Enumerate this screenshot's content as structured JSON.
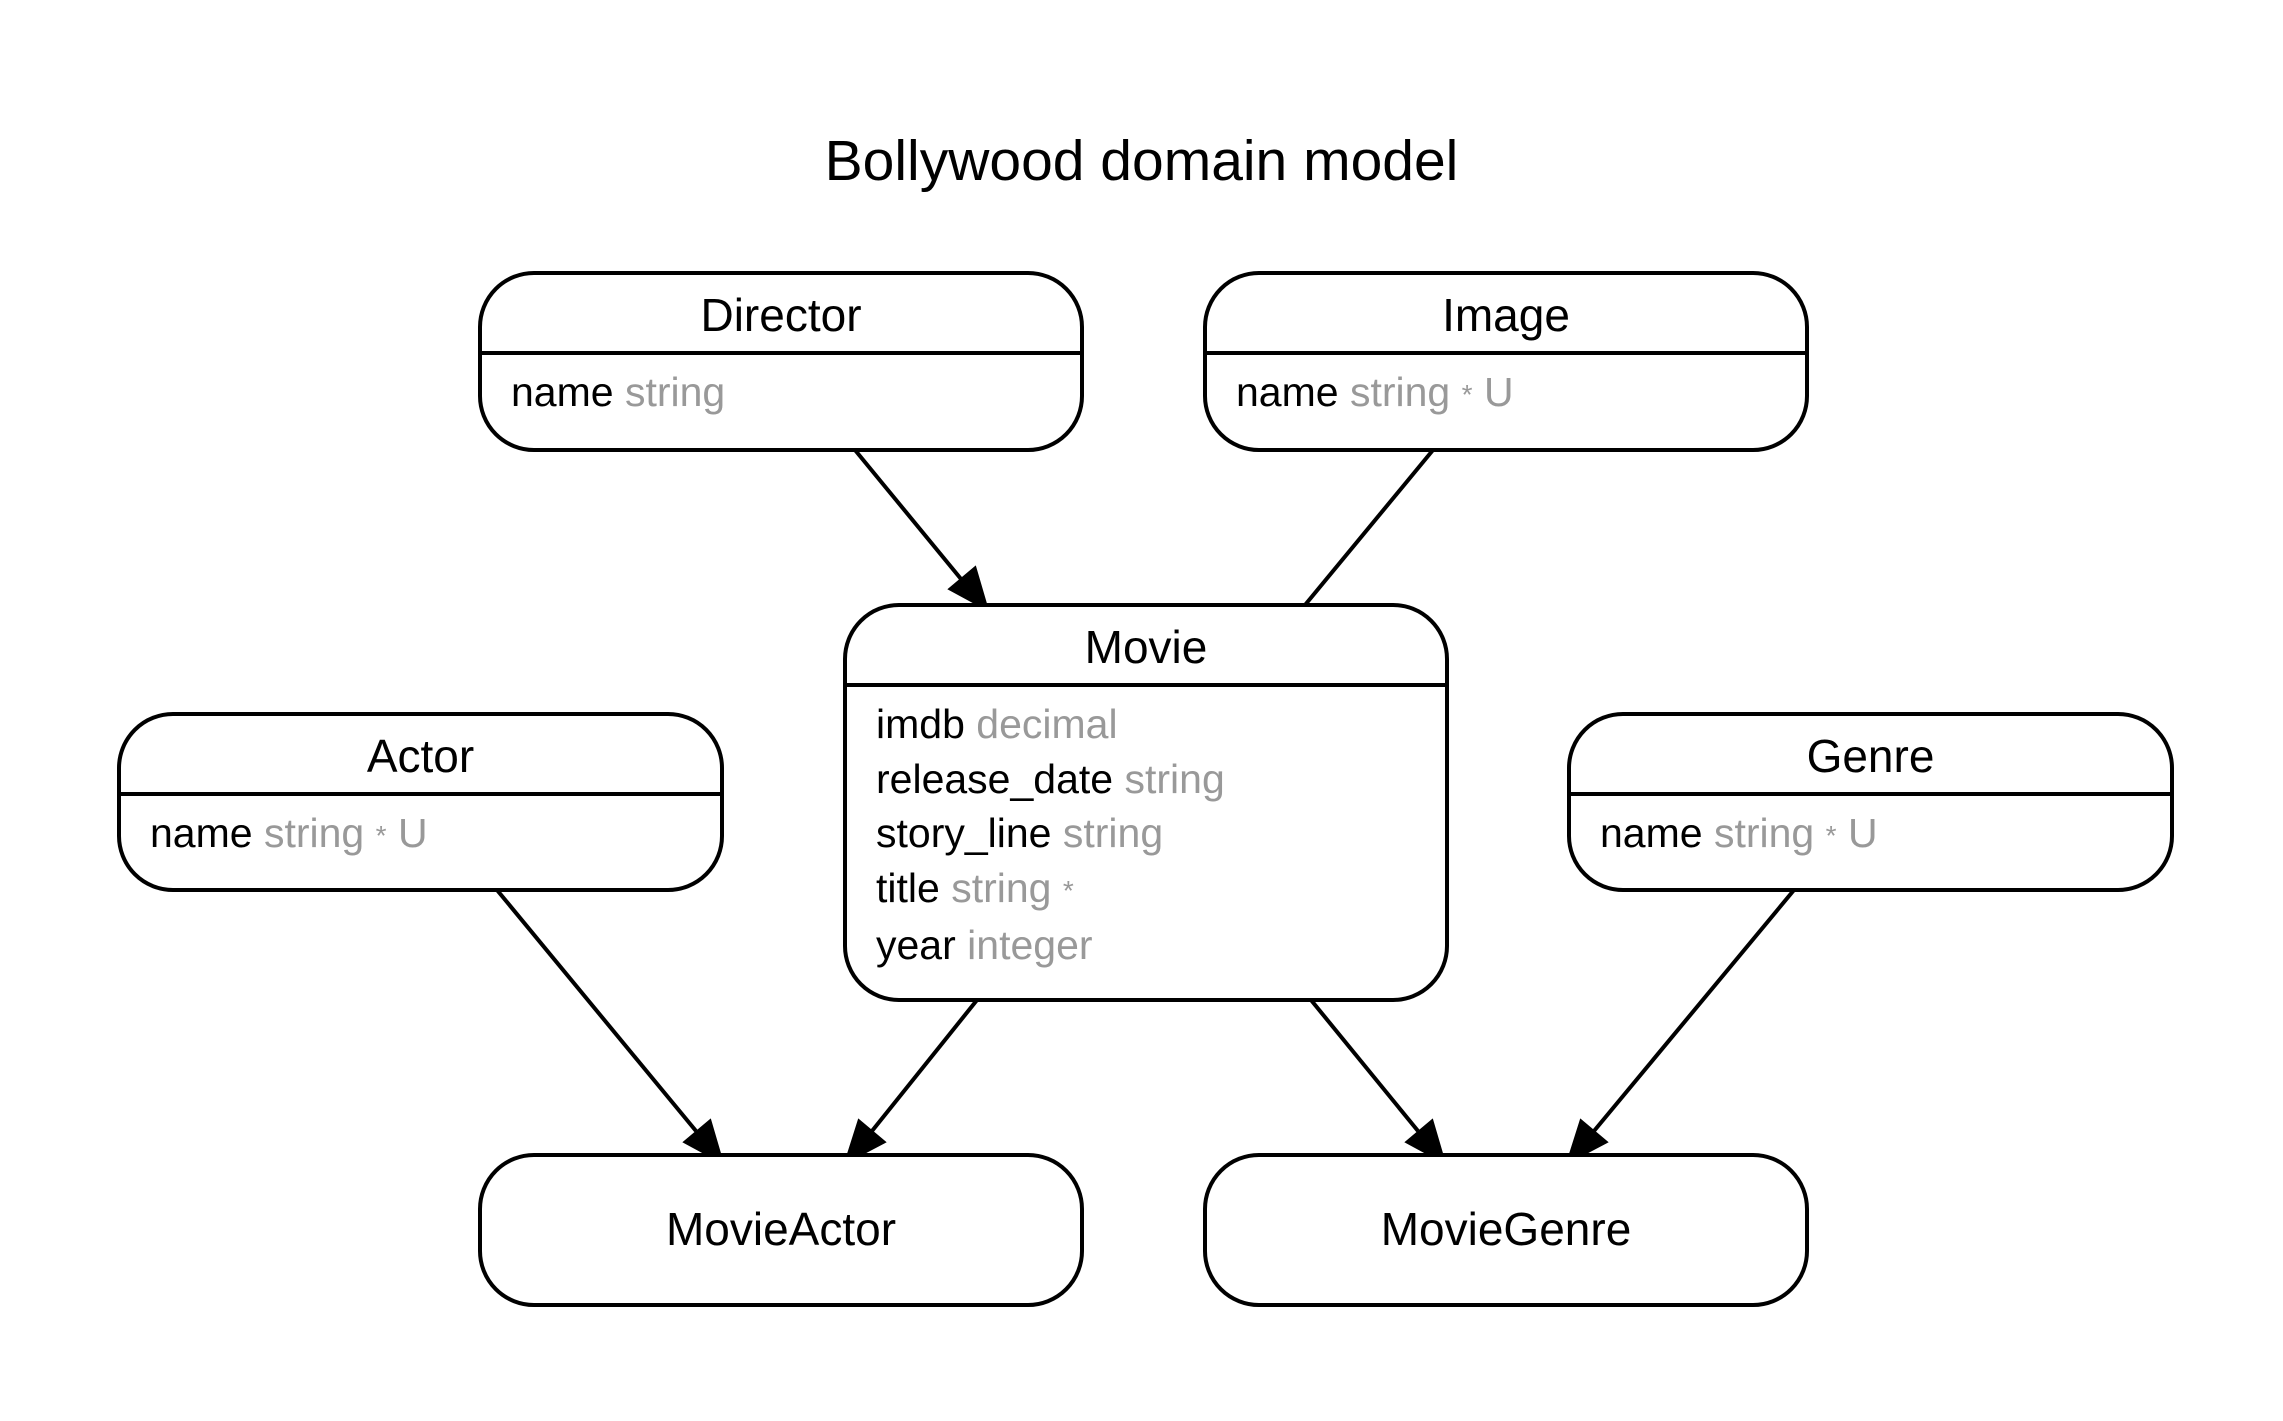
{
  "title": "Bollywood domain model",
  "entities": {
    "director": {
      "name": "Director",
      "attributes": [
        {
          "name": "name",
          "type": "string",
          "required": "",
          "unique": ""
        }
      ]
    },
    "image": {
      "name": "Image",
      "attributes": [
        {
          "name": "name",
          "type": "string",
          "required": "*",
          "unique": "U"
        }
      ]
    },
    "movie": {
      "name": "Movie",
      "attributes": [
        {
          "name": "imdb",
          "type": "decimal",
          "required": "",
          "unique": ""
        },
        {
          "name": "release_date",
          "type": "string",
          "required": "",
          "unique": ""
        },
        {
          "name": "story_line",
          "type": "string",
          "required": "",
          "unique": ""
        },
        {
          "name": "title",
          "type": "string",
          "required": "*",
          "unique": ""
        },
        {
          "name": "year",
          "type": "integer",
          "required": "",
          "unique": ""
        }
      ]
    },
    "actor": {
      "name": "Actor",
      "attributes": [
        {
          "name": "name",
          "type": "string",
          "required": "*",
          "unique": "U"
        }
      ]
    },
    "genre": {
      "name": "Genre",
      "attributes": [
        {
          "name": "name",
          "type": "string",
          "required": "*",
          "unique": "U"
        }
      ]
    },
    "movieactor": {
      "name": "MovieActor",
      "attributes": []
    },
    "moviegenre": {
      "name": "MovieGenre",
      "attributes": []
    }
  },
  "relations": [
    {
      "from": "Director",
      "to": "Movie",
      "arrow": true
    },
    {
      "from": "Image",
      "to": "Movie",
      "arrow": false
    },
    {
      "from": "Actor",
      "to": "MovieActor",
      "arrow": true
    },
    {
      "from": "Movie",
      "to": "MovieActor",
      "arrow": true
    },
    {
      "from": "Movie",
      "to": "MovieGenre",
      "arrow": true
    },
    {
      "from": "Genre",
      "to": "MovieGenre",
      "arrow": true
    }
  ],
  "colors": {
    "stroke": "#000000",
    "type_text": "#999999",
    "background": "#ffffff"
  }
}
